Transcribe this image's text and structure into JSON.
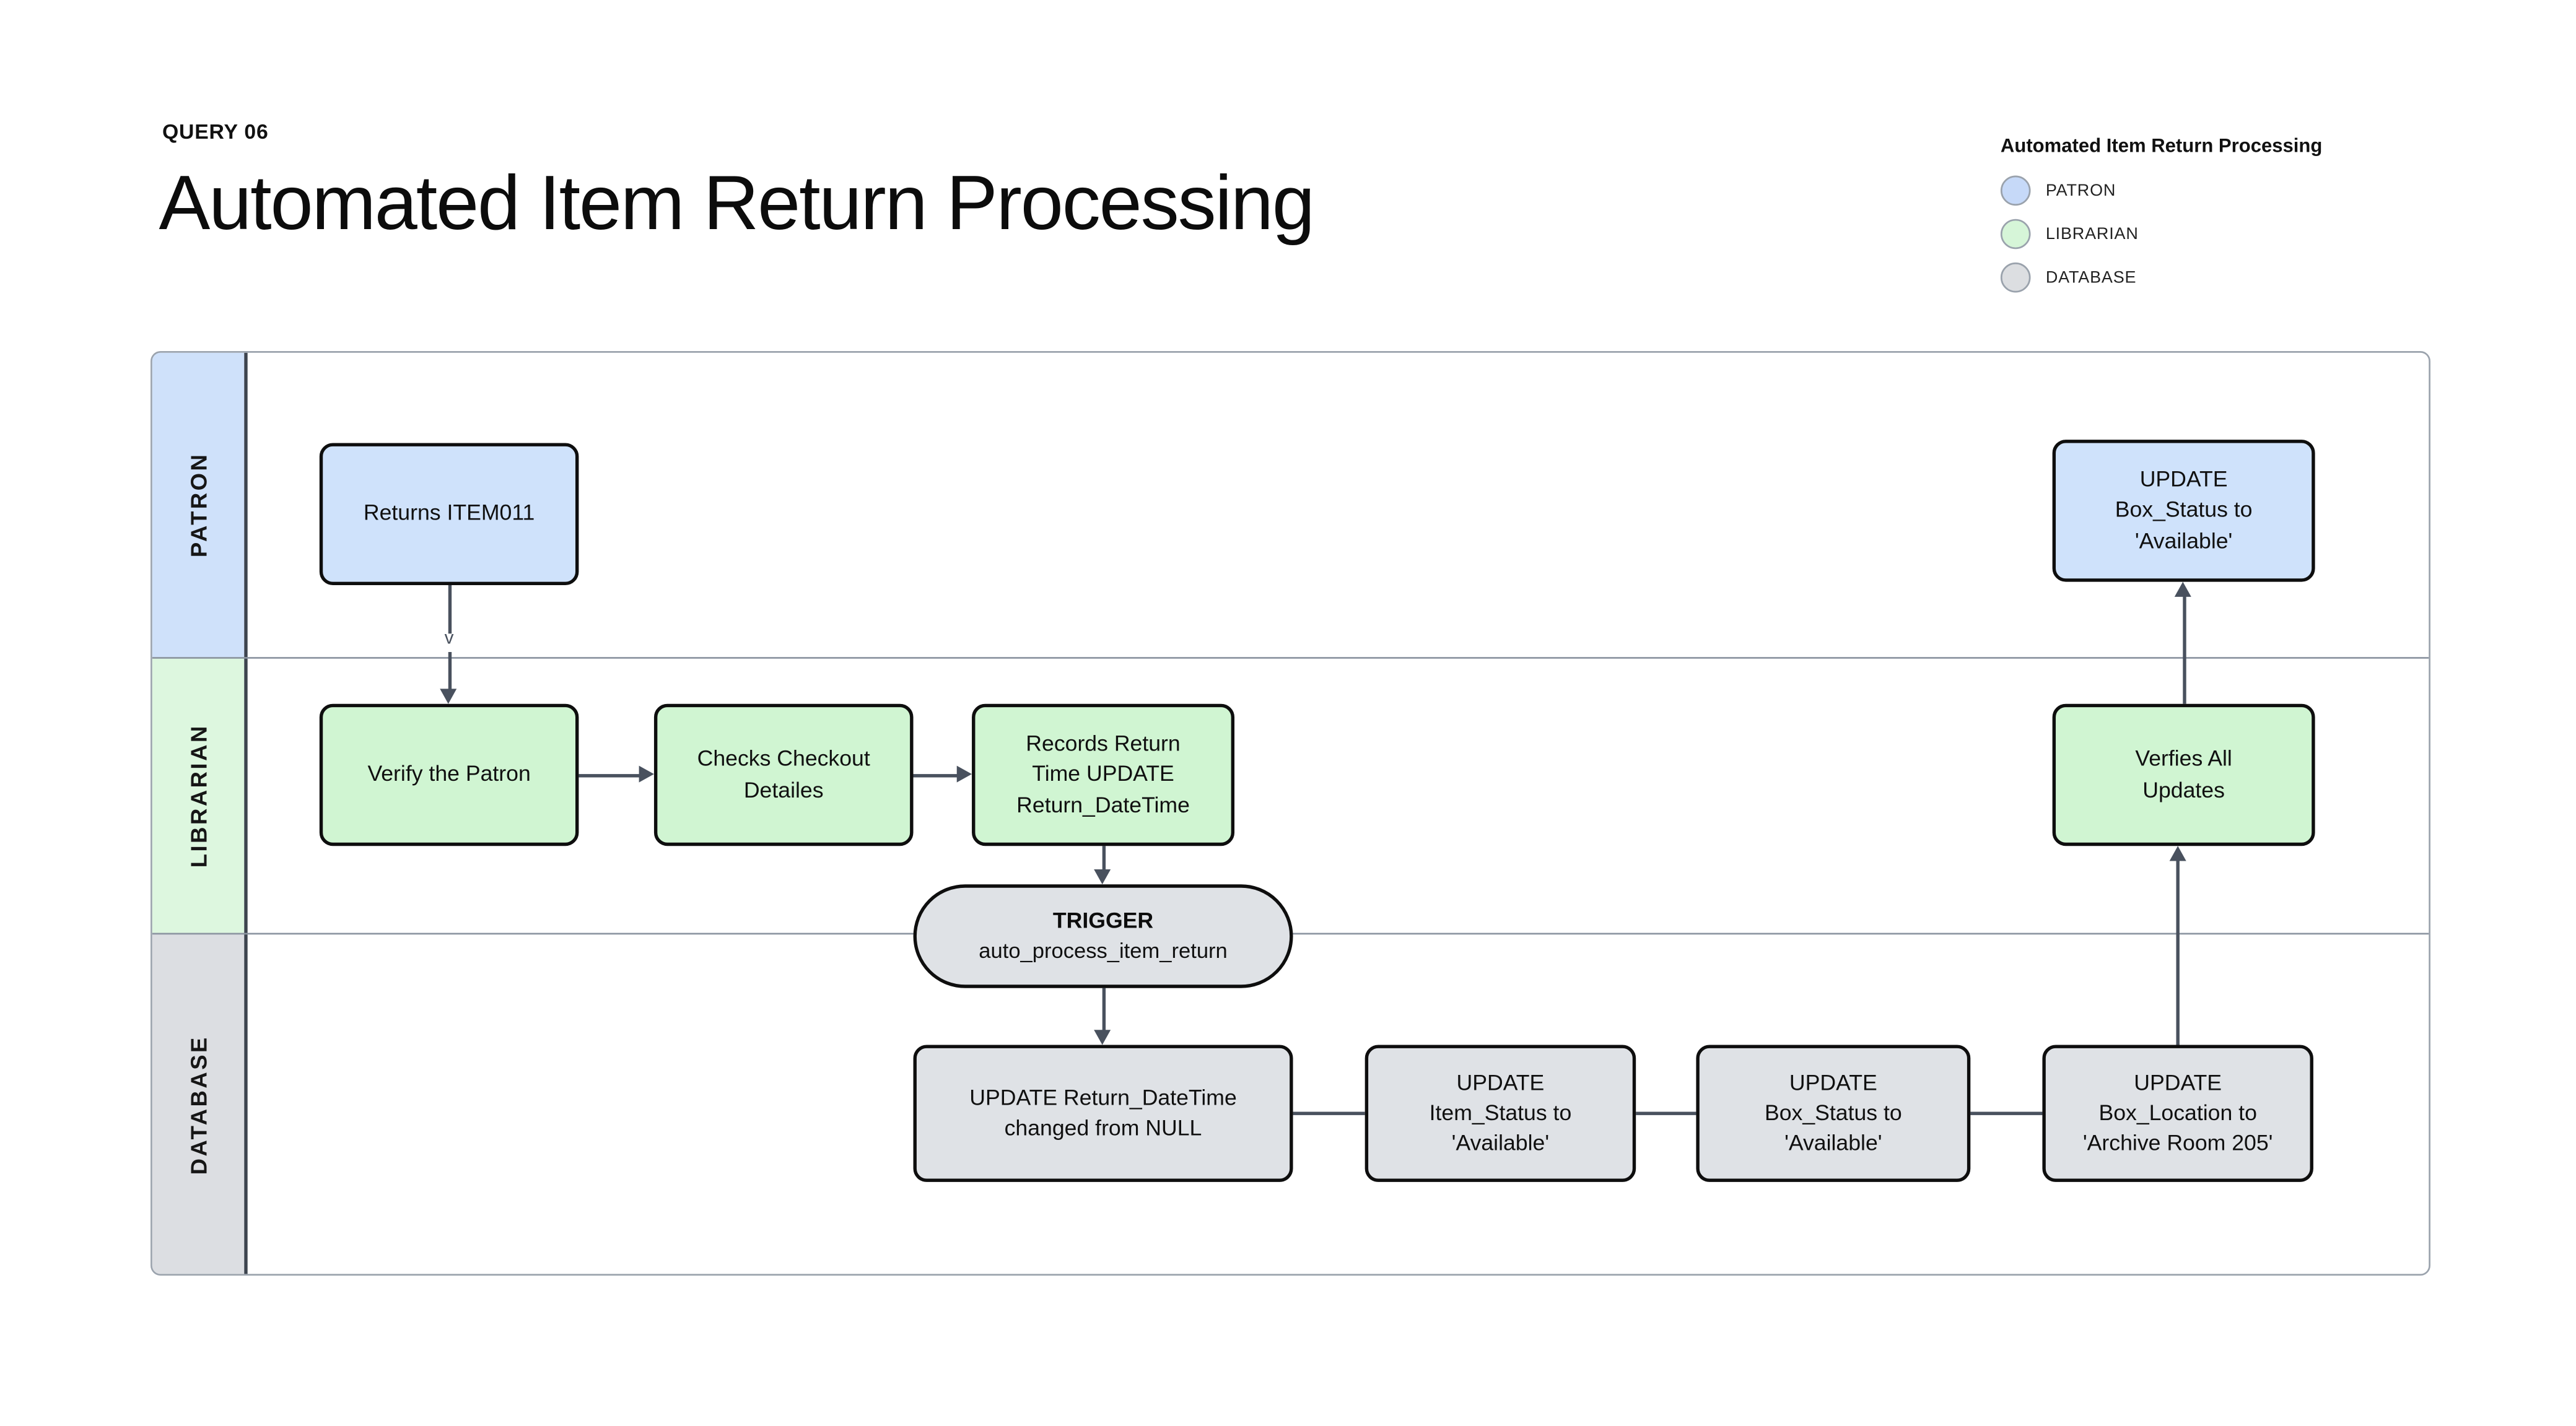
{
  "page": {
    "eyebrow": "QUERY 06",
    "title": "Automated Item Return Processing"
  },
  "legend": {
    "title": "Automated Item Return Processing",
    "items": [
      {
        "label": "PATRON",
        "color": "#c6d9f8"
      },
      {
        "label": "LIBRARIAN",
        "color": "#d6f5d8"
      },
      {
        "label": "DATABASE",
        "color": "#dcdee1"
      }
    ]
  },
  "lanes": [
    {
      "label": "PATRON",
      "strip_color": "#cfe1fa"
    },
    {
      "label": "LIBRARIAN",
      "strip_color": "#ddf7df"
    },
    {
      "label": "DATABASE",
      "strip_color": "#dcdee2"
    }
  ],
  "nodes": {
    "returns_item": {
      "text": "Returns ITEM011"
    },
    "patron_update_box_status": {
      "text": "UPDATE\nBox_Status to\n'Available'"
    },
    "verify_patron": {
      "text": "Verify the Patron"
    },
    "checks_checkout": {
      "text": "Checks Checkout\nDetailes"
    },
    "records_return": {
      "text": "Records Return\nTime UPDATE\nReturn_DateTime"
    },
    "verifies_all": {
      "text": "Verfies All\nUpdates"
    },
    "trigger": {
      "title": "TRIGGER",
      "subtitle": "auto_process_item_return"
    },
    "db_return_datetime": {
      "text": "UPDATE Return_DateTime\nchanged from NULL"
    },
    "db_item_status": {
      "text": "UPDATE\nItem_Status to\n'Available'"
    },
    "db_box_status": {
      "text": "UPDATE\nBox_Status to\n'Available'"
    },
    "db_box_location": {
      "text": "UPDATE\nBox_Location to\n'Archive Room 205'"
    }
  },
  "edges": {
    "arrow_glyph": "v"
  },
  "colors": {
    "node_blue": "#cfe2fb",
    "node_green": "#d0f5d2",
    "node_gray": "#dfe2e6",
    "node_border": "#0e0e0e",
    "edge": "#49515e",
    "lane_boundary": "#8c95a1",
    "container_border": "#9ba3ad"
  }
}
